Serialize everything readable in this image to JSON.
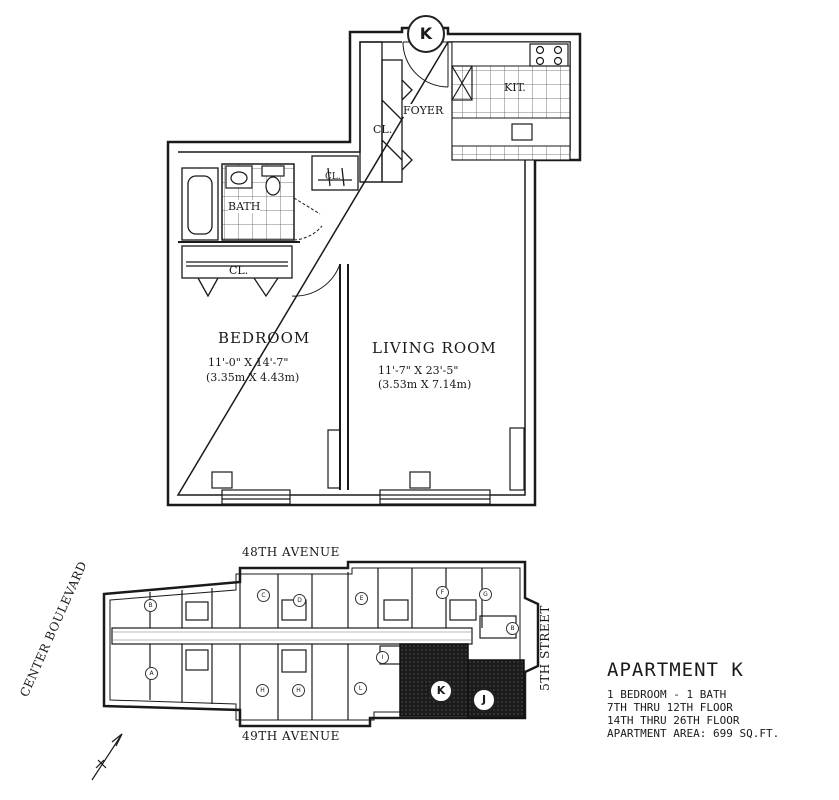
{
  "apartment_marker": "K",
  "rooms": {
    "kitchen": "KIT.",
    "foyer": "FOYER",
    "closet_foyer": "CL.",
    "closet_hall": "CL.",
    "closet_bedroom": "CL.",
    "bath": "BATH",
    "bedroom": {
      "name": "BEDROOM",
      "dim_ft": "11'-0\" X 14'-7\"",
      "dim_m": "(3.35m X 4.43m)"
    },
    "living": {
      "name": "LIVING ROOM",
      "dim_ft": "11'-7\" X 23'-5\"",
      "dim_m": "(3.53m X 7.14m)"
    }
  },
  "key_plan": {
    "streets": {
      "north": "48TH AVENUE",
      "south": "49TH AVENUE",
      "east": "5TH STREET",
      "west": "CENTER BOULEVARD"
    },
    "highlighted_units": [
      "K",
      "J"
    ],
    "unit_letters": [
      "B",
      "C",
      "D",
      "E",
      "F",
      "G",
      "B",
      "A",
      "H",
      "H",
      "L",
      "I"
    ]
  },
  "caption": {
    "title": "APARTMENT K",
    "lines": [
      "1 BEDROOM - 1 BATH",
      "7TH THRU 12TH FLOOR",
      "14TH  THRU 26TH FLOOR",
      "APARTMENT AREA: 699 SQ.FT."
    ]
  },
  "colors": {
    "ink": "#1a1a1a",
    "paper": "#ffffff",
    "highlight": "#111111"
  }
}
